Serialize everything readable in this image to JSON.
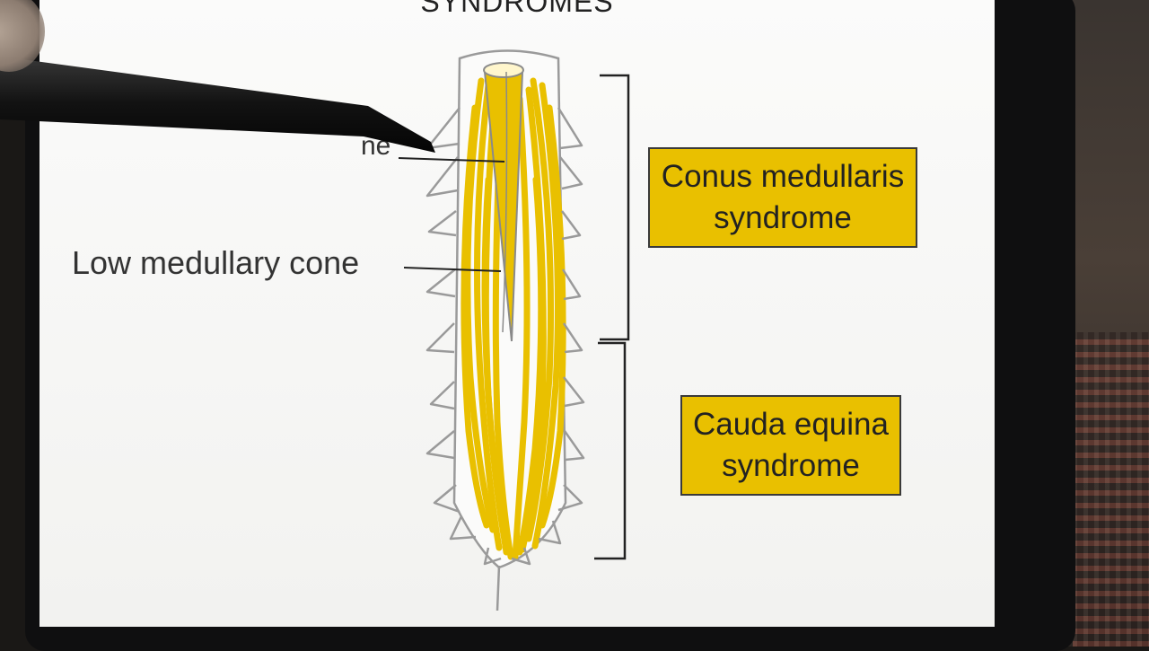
{
  "slide": {
    "title": "SYNDROMES",
    "labels": {
      "low_medullary_cone": "Low medullary cone",
      "partial_label": "ne"
    },
    "boxes": {
      "conus": {
        "line1": "Conus medullaris",
        "line2": "syndrome"
      },
      "cauda": {
        "line1": "Cauda equina",
        "line2": "syndrome"
      }
    }
  },
  "colors": {
    "yellow": "#e9c000",
    "outline": "#9a9a9a",
    "slide_bg": "#f6f6f4"
  },
  "icons": {
    "pointer": "pen-pointer-icon",
    "finger": "fingertip"
  }
}
